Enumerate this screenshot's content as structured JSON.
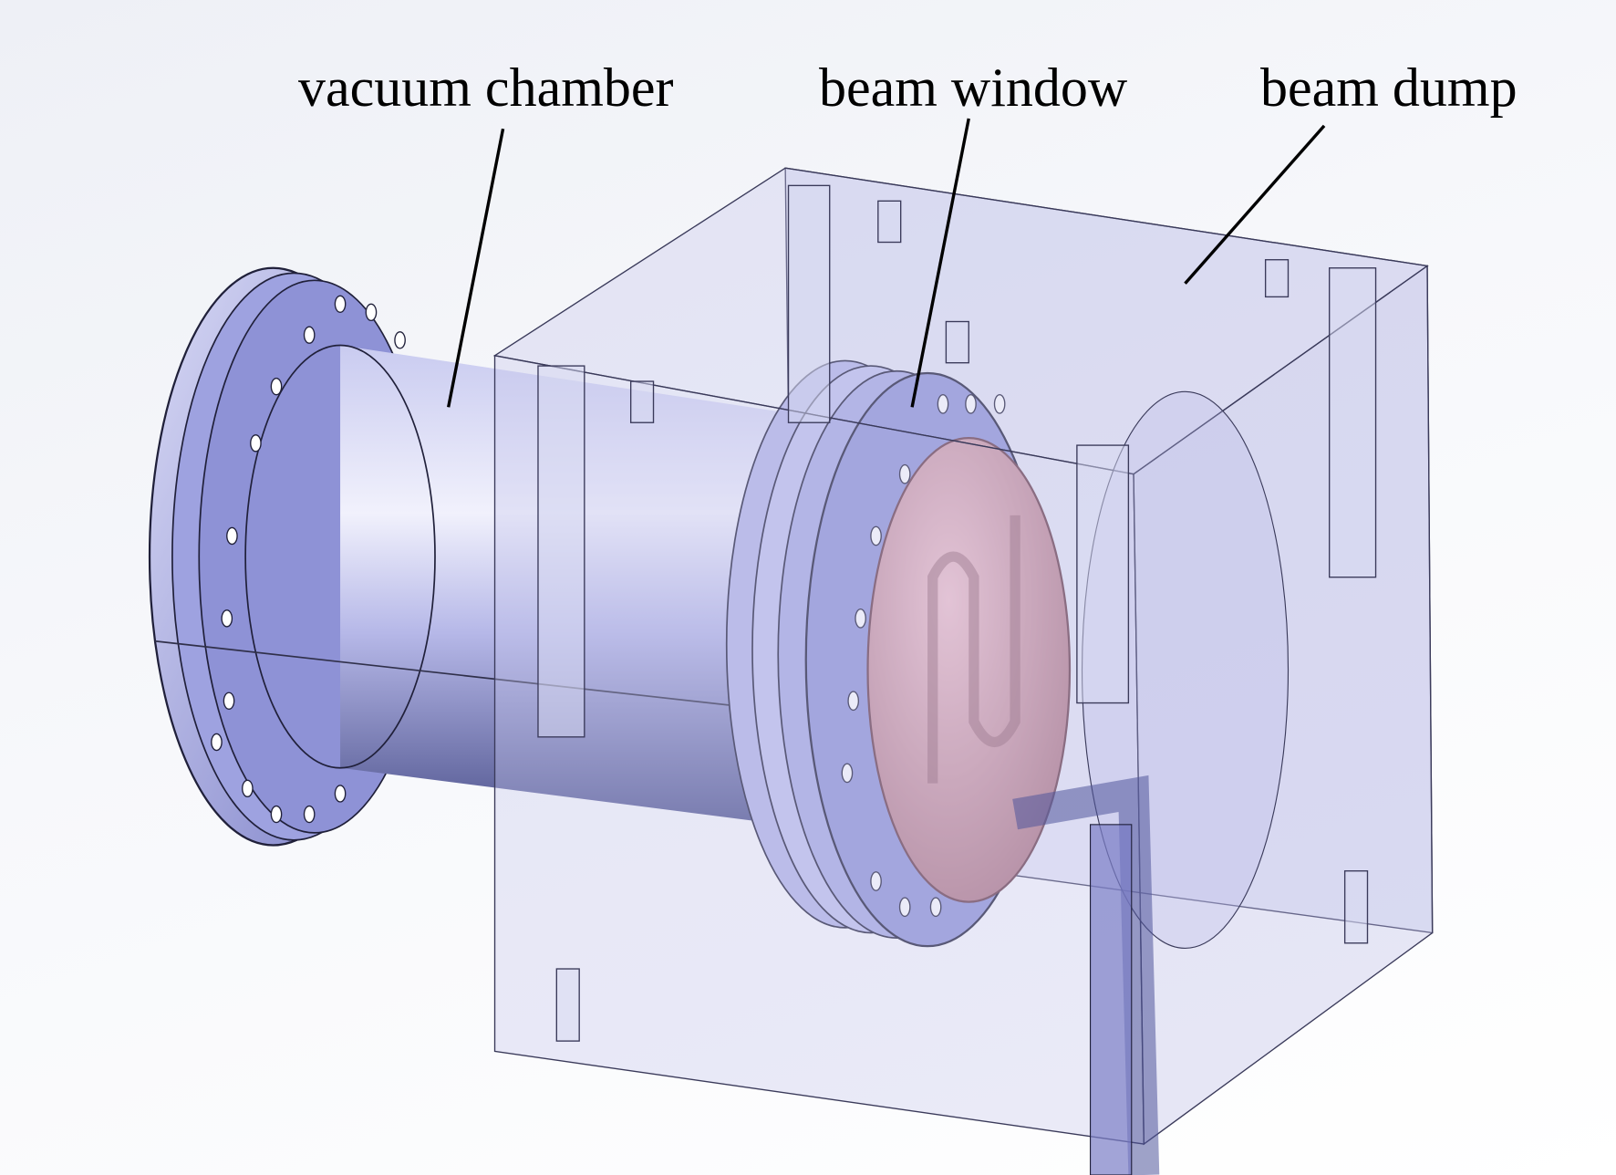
{
  "labels": {
    "vacuum_chamber": "vacuum chamber",
    "beam_window": "beam window",
    "beam_dump": "beam dump"
  },
  "colors": {
    "chamber": "#aeb2e6",
    "flange": "#8f93d8",
    "box": "#c9cbe8",
    "copper": "#d79aa6",
    "outline": "#20203a"
  }
}
